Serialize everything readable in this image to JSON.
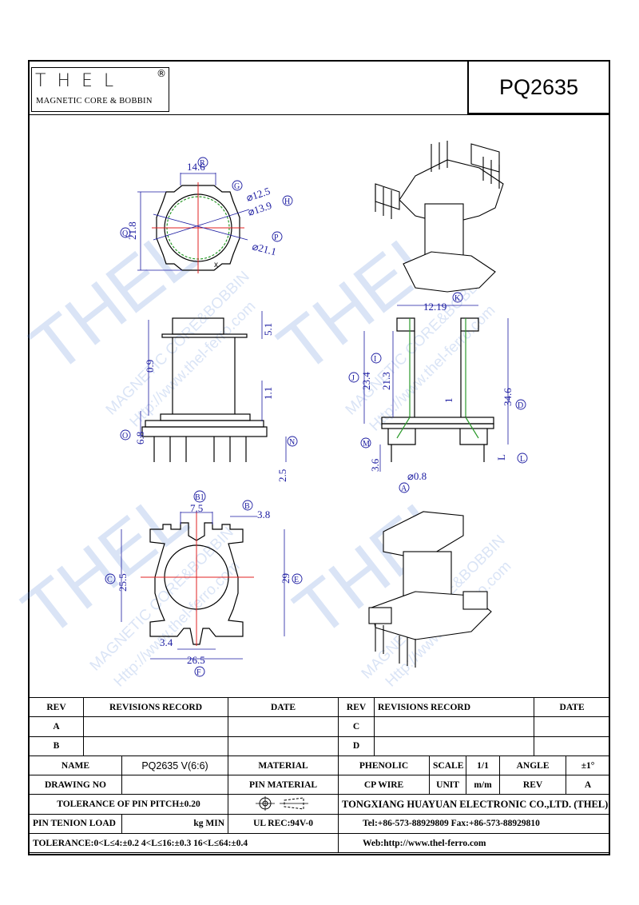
{
  "logo": {
    "wordmark": "THEL",
    "registered": "®",
    "subtitle": "MAGNETIC CORE & BOBBIN"
  },
  "part_number": "PQ2635",
  "watermark": {
    "brand": "THEL",
    "text1": "MAGNETIC CORE&BOBBIN",
    "text2": "Http://www.thel-ferro.com",
    "mark": "R"
  },
  "dimensions": {
    "top_view": {
      "width": "14.6",
      "height": "21.8",
      "d1": "⌀12.5",
      "d2": "⌀13.9",
      "d3": "⌀21.1",
      "x": "x",
      "c_R": "R",
      "c_G": "G",
      "c_H": "H",
      "c_Q": "Q",
      "c_P": "P"
    },
    "front_view": {
      "top": "5.1",
      "body": "0.9",
      "flange": "1.1",
      "base": "6.8",
      "pin": "2.5",
      "c_O": "O",
      "c_N": "N"
    },
    "side_view": {
      "width": "12.19",
      "i1": "23.4",
      "i2": "21.3",
      "wall": "1",
      "height": "34.6",
      "pin": "3.6",
      "pin_dia": "⌀0.8",
      "c_K": "K",
      "c_I": "I",
      "c_J": "J",
      "c_D": "D",
      "c_M": "M",
      "c_L": "L",
      "c_A": "A",
      "L_letter": "L"
    },
    "bottom_view": {
      "b1": "7.5",
      "b2": "3.8",
      "h1": "25.5",
      "h2": "29",
      "w1": "3.4",
      "w2": "26.5",
      "c_B1": "B1",
      "c_B": "B",
      "c_C": "C",
      "c_E": "E",
      "c_F": "F"
    }
  },
  "table": {
    "row1": {
      "rev": "REV",
      "rec": "REVISIONS RECORD",
      "date": "DATE",
      "rev2": "REV",
      "rec2": "REVISIONS RECORD",
      "date2": "DATE"
    },
    "row2": {
      "a": "A",
      "c": "C"
    },
    "row3": {
      "b": "B",
      "d": "D"
    },
    "row4": {
      "name_label": "NAME",
      "name_value": "PQ2635 V(6:6)",
      "material_label": "MATERIAL",
      "material_value": "PHENOLIC",
      "scale_label": "SCALE",
      "scale_value": "1/1",
      "angle_label": "ANGLE",
      "angle_value": "±1°"
    },
    "row5": {
      "drawing_label": "DRAWING NO",
      "pin_material_label": "PIN MATERIAL",
      "pin_material_value": "CP WIRE",
      "unit_label": "UNIT",
      "unit_value": "m/m",
      "rev_label": "REV",
      "rev_value": "A"
    },
    "row6": {
      "tolerance_pitch": "TOLERANCE OF PIN PITCH±0.20",
      "company": "TONGXIANG HUAYUAN ELECTRONIC CO.,LTD.  (THEL)"
    },
    "row7": {
      "pin_load": "PIN TENION LOAD",
      "kg_min": "kg MIN",
      "ul": "UL REC:94V-0",
      "tel": "Tel:+86-573-88929809 Fax:+86-573-88929810"
    },
    "row8": {
      "tolerance": "TOLERANCE:0<L≤4:±0.2  4<L≤16:±0.3  16<L≤64:±0.4",
      "web": "Web:http://www.thel-ferro.com"
    }
  }
}
